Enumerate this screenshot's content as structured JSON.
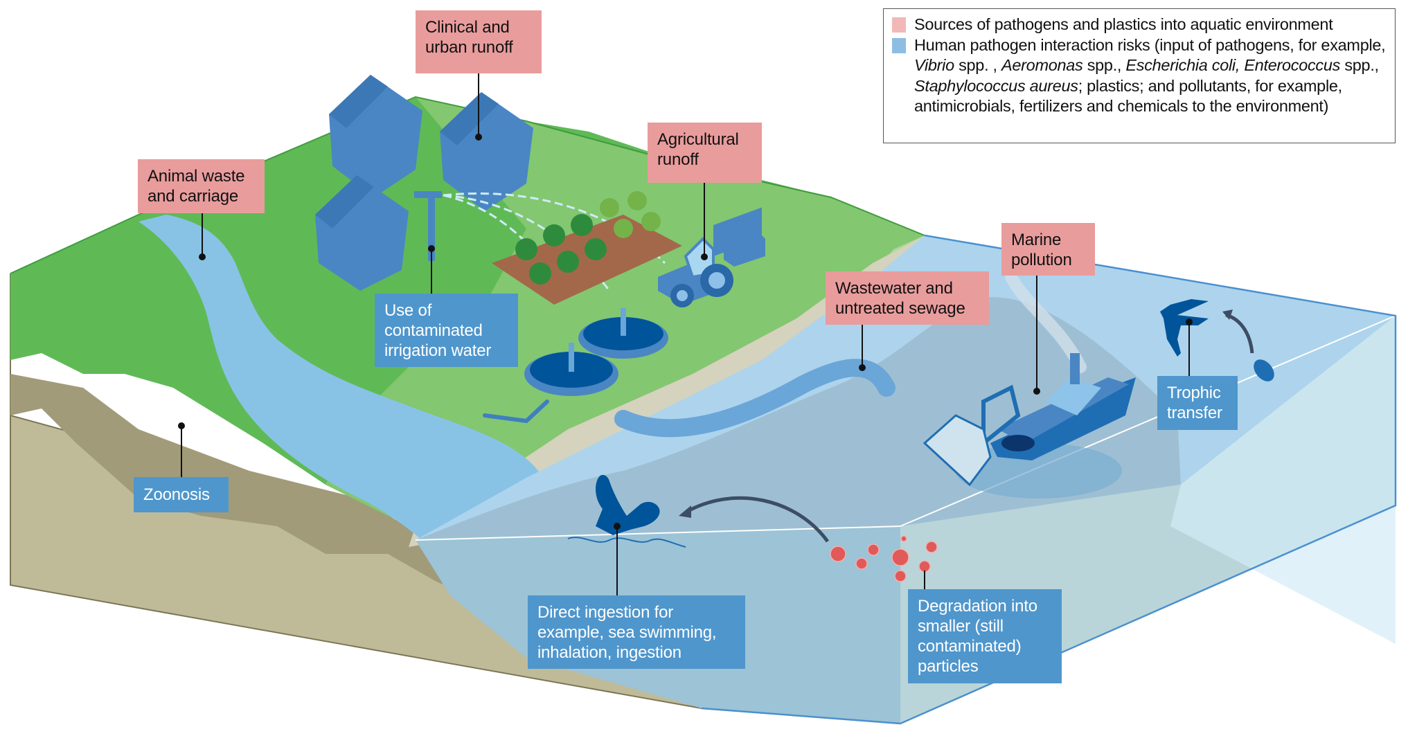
{
  "legend": {
    "items": [
      {
        "key": "sources",
        "color": "#f2b8b8",
        "text": "Sources of pathogens and plastics into aquatic environment"
      },
      {
        "key": "risks",
        "color": "#8dbde3",
        "segments": [
          {
            "t": "Human pathogen interaction risks (input of pathogens, for example, ",
            "i": false
          },
          {
            "t": "Vibrio",
            "i": true
          },
          {
            "t": " spp. , ",
            "i": false
          },
          {
            "t": "Aeromonas",
            "i": true
          },
          {
            "t": " spp., ",
            "i": false
          },
          {
            "t": "Escherichia coli,",
            "i": true
          },
          {
            "t": " ",
            "i": false
          },
          {
            "t": "Enterococcus",
            "i": true
          },
          {
            "t": " spp., ",
            "i": false
          },
          {
            "t": "Staphylococcus aureus",
            "i": true
          },
          {
            "t": "; plastics; and pollutants, for example, antimicrobials, fertilizers and chemicals to the environment)",
            "i": false
          }
        ]
      }
    ]
  },
  "colors": {
    "source_label": "#e99c9c",
    "risk_label": "#4f96cc",
    "grass": "#5fba55",
    "grass_light": "#8fcb7a",
    "soil": "#bfbb99",
    "soil_dark": "#a19b7a",
    "river": "#88c3e6",
    "sea_top": "#9cc3d6",
    "sea_light": "#add4ec",
    "sea_side": "#b9d5d9",
    "sea_end": "#d3ebf8",
    "icon_blue": "#4a86c3",
    "icon_dark": "#00549a",
    "arrow": "#3d4d64",
    "particle": "#e05a5a"
  },
  "source_labels": [
    {
      "id": "clinical",
      "text": "Clinical and\nurban runoff"
    },
    {
      "id": "animal",
      "text": "Animal waste\nand carriage"
    },
    {
      "id": "agricultural",
      "text": "Agricultural\nrunoff"
    },
    {
      "id": "wastewater",
      "text": "Wastewater and\nuntreated sewage"
    },
    {
      "id": "marine",
      "text": "Marine\npollution"
    }
  ],
  "risk_labels": [
    {
      "id": "irrigation",
      "text": "Use of\ncontaminated\nirrigation water"
    },
    {
      "id": "zoonosis",
      "text": "Zoonosis"
    },
    {
      "id": "trophic",
      "text": "Trophic\ntransfer"
    },
    {
      "id": "direct",
      "text": "Direct ingestion for\nexample, sea swimming,\ninhalation, ingestion"
    },
    {
      "id": "degradation",
      "text": "Degradation into\nsmaller (still\ncontaminated)\nparticles"
    }
  ]
}
